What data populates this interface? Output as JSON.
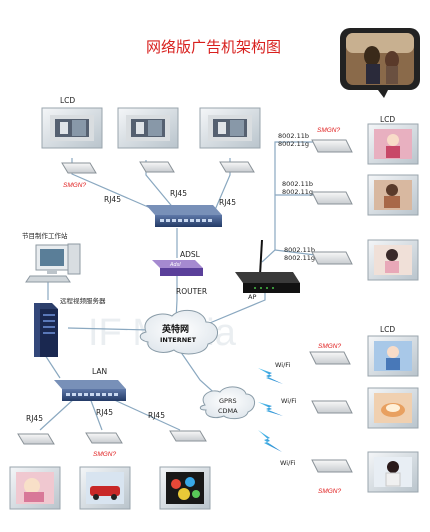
{
  "title": "网络版广告机架构图",
  "watermark": "IF Media",
  "labels": {
    "lcd_top": "LCD",
    "lcd_right": "LCD",
    "lcd_right2": "LCD",
    "rj45": "RJ45",
    "adsl": "ADSL",
    "router": "ROUTER",
    "studio": "节目制作工作站",
    "server": "远程视频服务器",
    "lan": "LAN",
    "internet_cn": "英特网",
    "internet_en": "INTERNET",
    "gprs": "GPRS",
    "cdma": "CDMA",
    "wifi": "Wi/Fi",
    "ap": "AP",
    "wl_b": "8002.11b",
    "wl_g": "8002.11g",
    "brand": "SMGN?"
  }
}
